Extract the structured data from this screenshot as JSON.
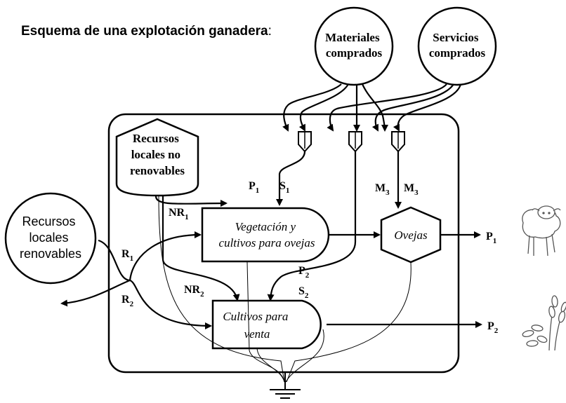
{
  "title": "Esquema de una explotación ganadera",
  "title_colon": ":",
  "nodes": {
    "materiales": [
      "Materiales",
      "comprados"
    ],
    "servicios": [
      "Servicios",
      "comprados"
    ],
    "recursos_no_renovables": [
      "Recursos",
      "locales no",
      "renovables"
    ],
    "recursos_renovables": [
      "Recursos",
      "locales",
      "renovables"
    ],
    "vegetacion": [
      "Vegetación y",
      "cultivos para ovejas"
    ],
    "ovejas": "Ovejas",
    "cultivos_venta": [
      "Cultivos para",
      "venta"
    ]
  },
  "flow_labels": {
    "P1_top": {
      "base": "P",
      "sub": "1"
    },
    "S1": {
      "base": "S",
      "sub": "1"
    },
    "M3_a": {
      "base": "M",
      "sub": "3"
    },
    "M3_b": {
      "base": "M",
      "sub": "3"
    },
    "NR1": {
      "base": "NR",
      "sub": "1"
    },
    "NR2": {
      "base": "NR",
      "sub": "2"
    },
    "R1": {
      "base": "R",
      "sub": "1"
    },
    "R2": {
      "base": "R",
      "sub": "2"
    },
    "P2_mid": {
      "base": "P",
      "sub": "2"
    },
    "S2": {
      "base": "S",
      "sub": "2"
    },
    "P1_out": {
      "base": "P",
      "sub": "1"
    },
    "P2_out": {
      "base": "P",
      "sub": "2"
    }
  },
  "icons": [
    "sheep-icon",
    "wheat-icon",
    "ground-icon"
  ]
}
